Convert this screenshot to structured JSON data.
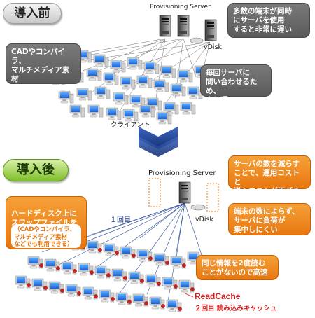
{
  "before": {
    "badge": "導入前",
    "server_label": "Provisioning Server",
    "vdisk_label": "vDisk",
    "client_label": "クライアント",
    "bubbles": [
      "多数の端末が同時\nにサーバを使用\nすると非常に遅い",
      "CADやコンパイラ、\nマルチメディア素材\nなどを利用すると\n非常に遅い",
      "毎回サーバに\n問い合わせるため、\n少し遅い"
    ]
  },
  "after": {
    "badge": "導入後",
    "server_label": "Provisioning Server",
    "vdisk_label": "vDisk",
    "first_time_label": "１回目",
    "bubble_left": "ハードディスク上に\nスワップファイルを\n持つため高速",
    "bubble_left_inner": "（CADやコンパイラ、\nマルチメディア素材\nなどでも利用できる）",
    "bubbles_right": [
      "サーバの数を減らす\nことで、運用コストと\n導入コストが下がる",
      "端末の数によらず、\nサーバに負荷が\n集中しにくい",
      "同じ情報を2度読む\nことがないので高速"
    ],
    "readcache_title": "ReadCache",
    "readcache_sub": "２回目 読み込みキャッシュ"
  },
  "colors": {
    "arrow": "#1e3f8c",
    "orange": "#e8770f",
    "gray_bubble": "#666666",
    "readcache_red": "#d81c1c"
  }
}
